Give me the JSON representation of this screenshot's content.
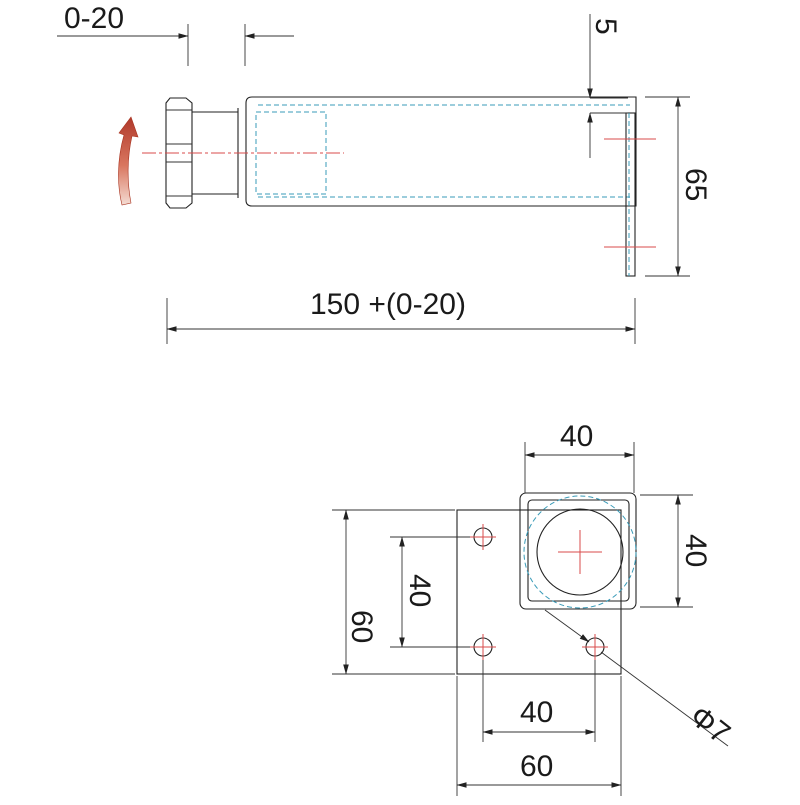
{
  "side_view": {
    "dims": {
      "adjust_range": "0-20",
      "plate_thickness": "5",
      "height": "65",
      "length": "150 +(0-20)"
    }
  },
  "top_view": {
    "dims": {
      "tube_width": "40",
      "tube_height": "40",
      "plate_height": "60",
      "hole_spacing_vertical": "40",
      "hole_spacing_horizontal": "40",
      "plate_width": "60",
      "hole_diameter": "Φ7"
    }
  },
  "colors": {
    "outline": "#222222",
    "hidden_line": "#3a9bb8",
    "center_line": "#d94b4b",
    "rotation_arrow": "#c0392b"
  },
  "icons": {
    "rotation_arrow": "curved-rotation-arrow-icon"
  }
}
